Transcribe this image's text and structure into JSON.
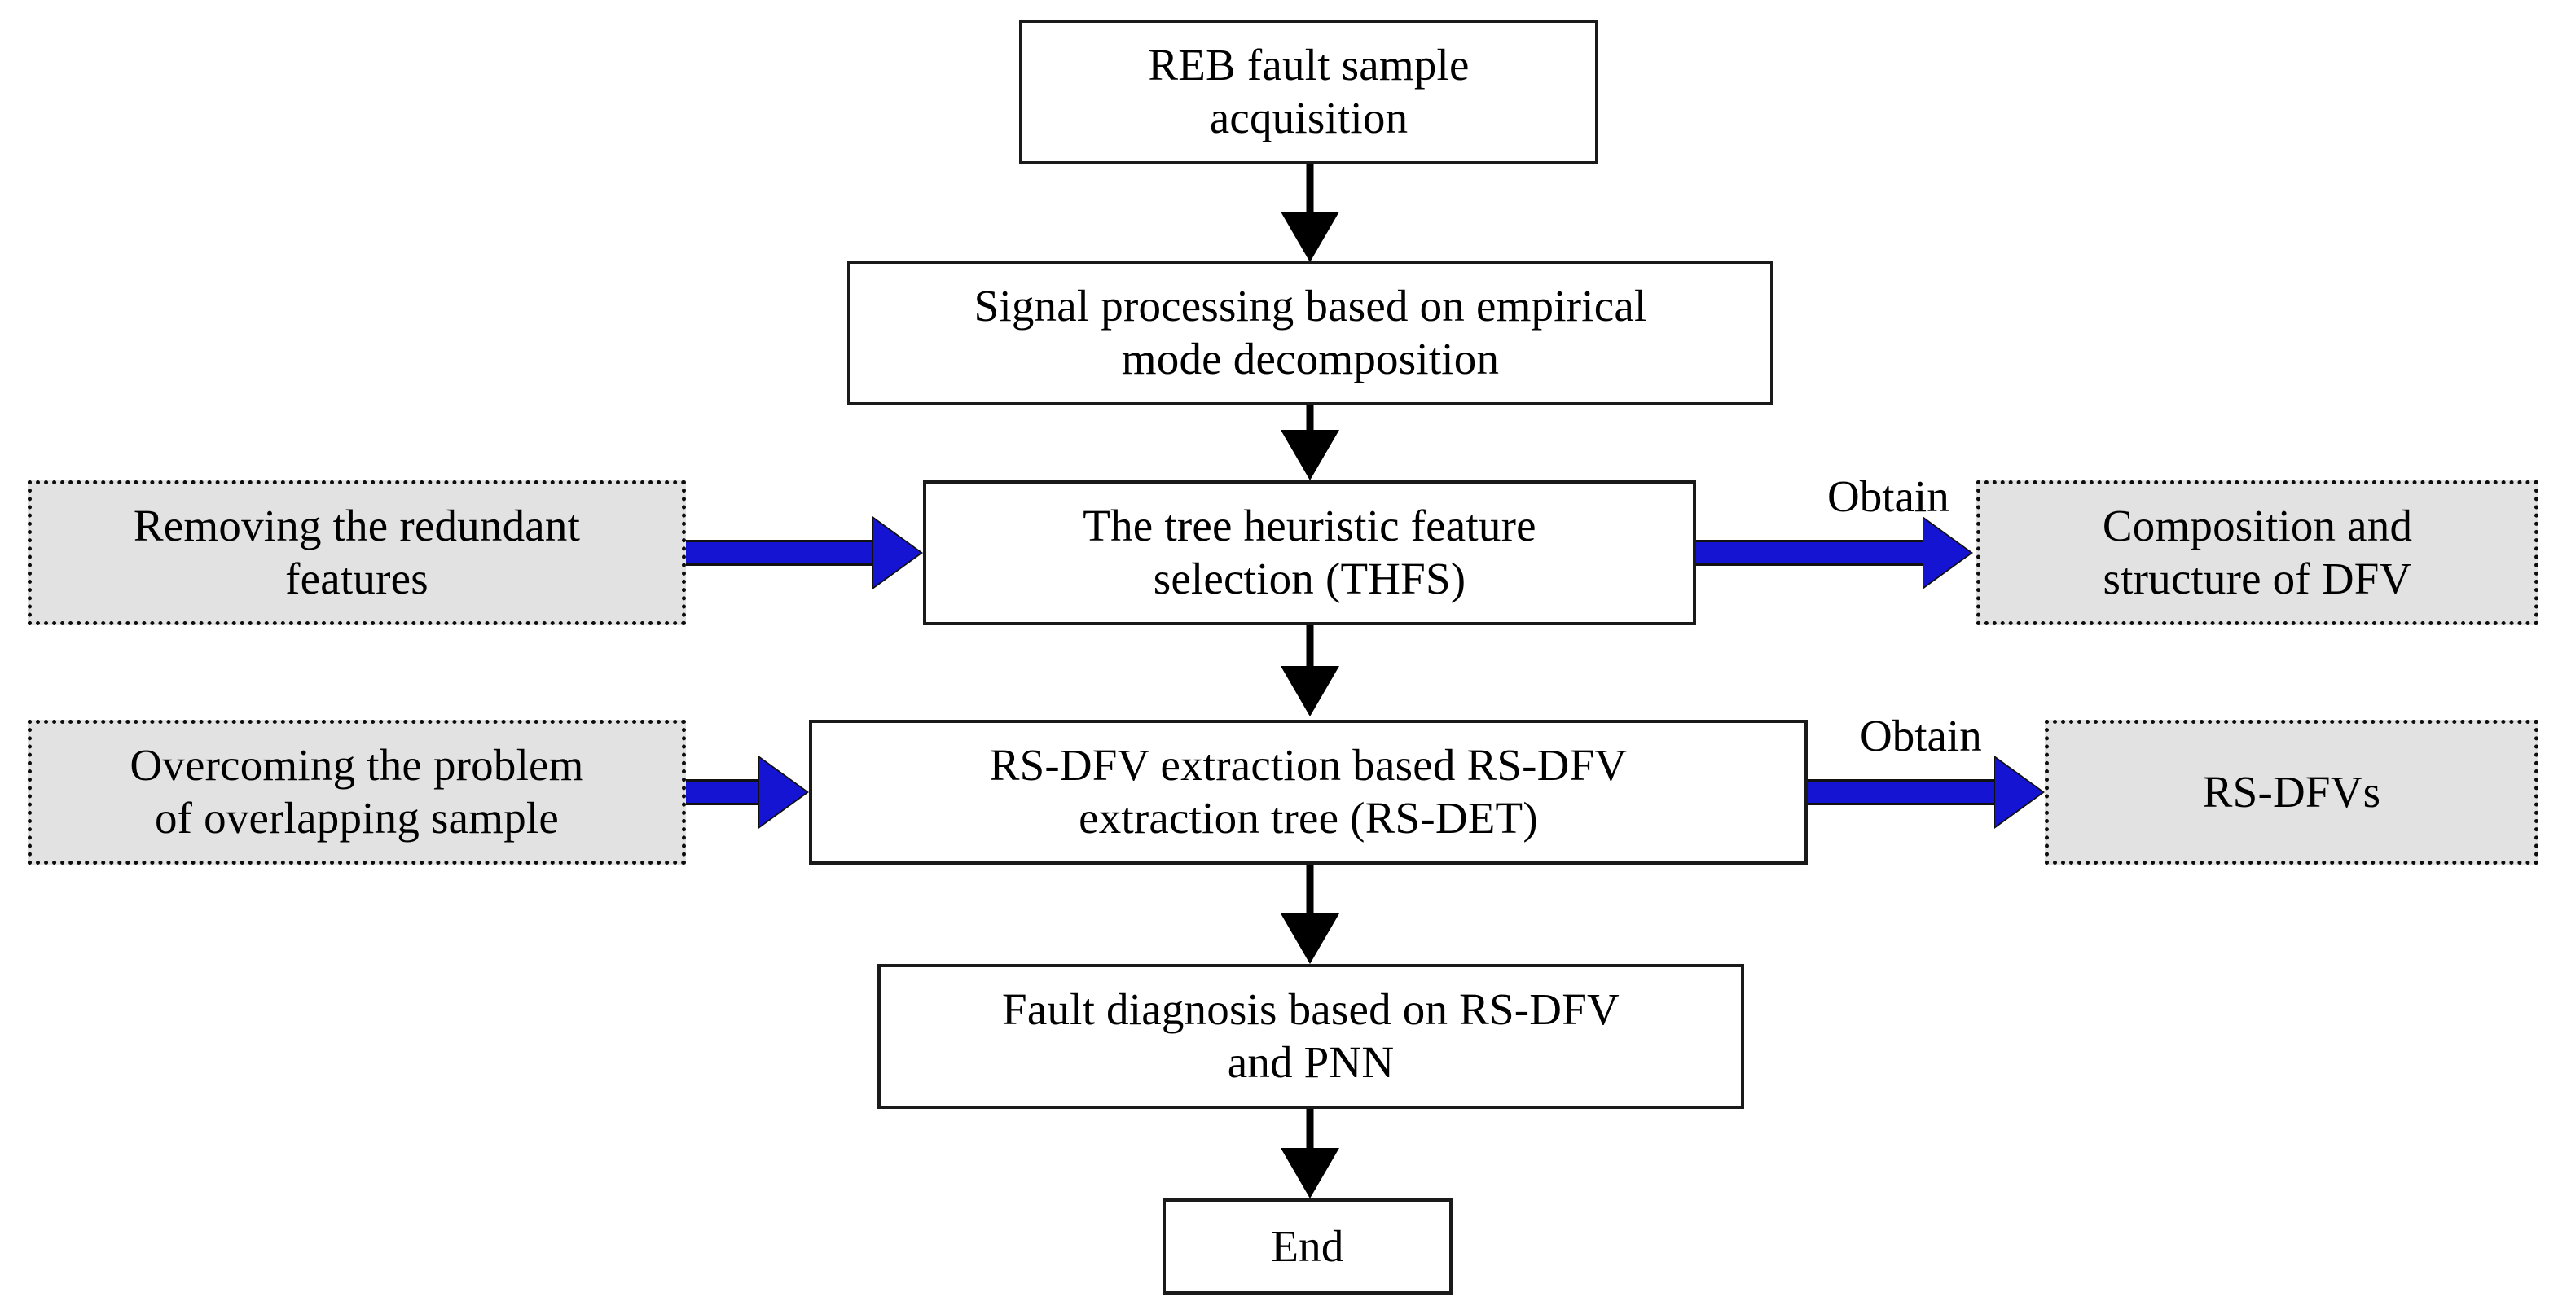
{
  "diagram": {
    "title": "REB fault diagnosis flowchart",
    "colors": {
      "arrow_blue": "#1414d2",
      "arrow_black": "#000000",
      "annotation_fill": "#e2e2e2",
      "box_border": "#1a1a1a",
      "text": "#000000"
    },
    "nodes": [
      {
        "id": "reb-fault-sample-acquisition",
        "text": "REB fault sample acquisition",
        "type": "process"
      },
      {
        "id": "signal-processing-emd",
        "text": "Signal processing based on empirical mode decomposition",
        "type": "process"
      },
      {
        "id": "tree-heuristic-feature-selection",
        "text": "The tree heuristic feature selection (THFS)",
        "type": "process"
      },
      {
        "id": "rs-dfv-extraction-tree",
        "text": "RS-DFV extraction based RS-DFV extraction tree (RS-DET)",
        "type": "process"
      },
      {
        "id": "fault-diagnosis-pnn",
        "text": "Fault diagnosis based on RS-DFV and PNN",
        "type": "process"
      },
      {
        "id": "end",
        "text": "End",
        "type": "process"
      },
      {
        "id": "removing-redundant-features",
        "text": "Removing the redundant features",
        "type": "annotation"
      },
      {
        "id": "overcoming-overlapping-sample",
        "text": "Overcoming the problem of overlapping sample",
        "type": "annotation"
      },
      {
        "id": "composition-structure-dfv",
        "text": "Composition and structure of DFV",
        "type": "annotation"
      },
      {
        "id": "rs-dfvs",
        "text": "RS-DFVs",
        "type": "annotation"
      }
    ],
    "node_text": {
      "reb_fault_sample_acquisition_line1": "REB fault sample",
      "reb_fault_sample_acquisition_line2": "acquisition",
      "signal_processing_line1": "Signal processing based on empirical",
      "signal_processing_line2": "mode decomposition",
      "thfs_line1": "The tree heuristic feature",
      "thfs_line2": "selection (THFS)",
      "rs_det_line1": "RS-DFV extraction based RS-DFV",
      "rs_det_line2": "extraction tree (RS-DET)",
      "fault_diagnosis_line1": "Fault diagnosis based on RS-DFV",
      "fault_diagnosis_line2": "and PNN",
      "end": "End",
      "removing_redundant_line1": "Removing the redundant",
      "removing_redundant_line2": "features",
      "overcoming_line1": "Overcoming the problem",
      "overcoming_line2": "of overlapping sample",
      "composition_line1": "Composition and",
      "composition_line2": "structure of DFV",
      "rs_dfvs": "RS-DFVs"
    },
    "edge_labels": {
      "obtain_thfs": "Obtain",
      "obtain_rsdet": "Obtain"
    }
  }
}
